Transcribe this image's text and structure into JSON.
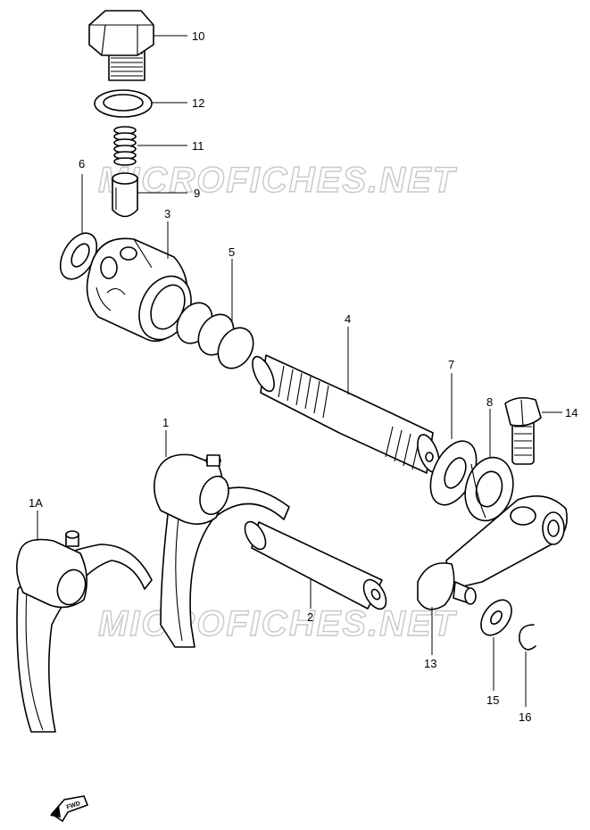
{
  "watermark": "MICROFICHES.NET",
  "fwd_label": "FWD",
  "callouts": {
    "c10": "10",
    "c12": "12",
    "c11": "11",
    "c9": "9",
    "c6": "6",
    "c3": "3",
    "c5": "5",
    "c4": "4",
    "c7": "7",
    "c8": "8",
    "c14": "14",
    "c1": "1",
    "c1a": "1A",
    "c2": "2",
    "c13": "13",
    "c15": "15",
    "c16": "16"
  }
}
